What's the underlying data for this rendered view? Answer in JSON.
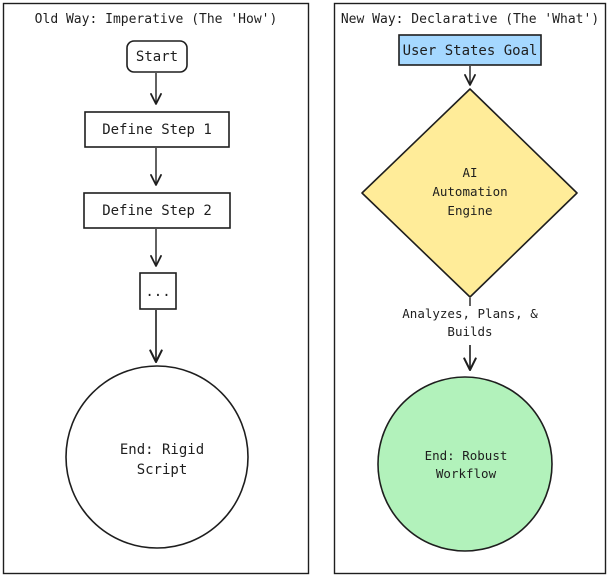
{
  "left_panel": {
    "title": "Old Way: Imperative (The 'How')",
    "nodes": {
      "start": "Start",
      "step1": "Define Step 1",
      "step2": "Define Step 2",
      "ellipsis": "...",
      "end_line1": "End: Rigid",
      "end_line2": "Script"
    }
  },
  "right_panel": {
    "title": "New Way: Declarative (The 'What')",
    "nodes": {
      "goal": "User States Goal",
      "engine_line1": "AI",
      "engine_line2": "Automation",
      "engine_line3": "Engine",
      "end_line1": "End: Robust",
      "end_line2": "Workflow"
    },
    "edge_label_line1": "Analyzes, Plans, &",
    "edge_label_line2": "Builds"
  },
  "colors": {
    "stroke": "#1e1e1e",
    "goal_fill": "#a5d8ff",
    "engine_fill": "#ffec99",
    "robust_end_fill": "#b2f2bb",
    "rigid_end_fill": "#ffffff"
  }
}
